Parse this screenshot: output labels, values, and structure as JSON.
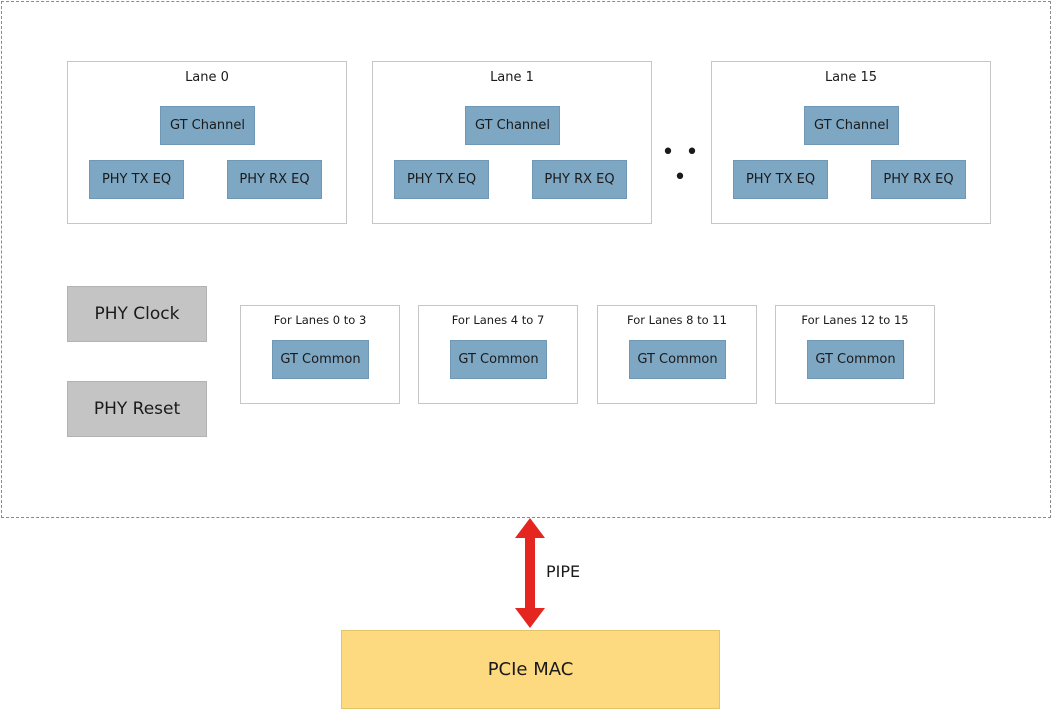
{
  "lanes": [
    {
      "title": "Lane 0",
      "channel": "GT Channel",
      "tx_eq": "PHY TX EQ",
      "rx_eq": "PHY RX EQ"
    },
    {
      "title": "Lane 1",
      "channel": "GT Channel",
      "tx_eq": "PHY TX EQ",
      "rx_eq": "PHY RX EQ"
    },
    {
      "title": "Lane 15",
      "channel": "GT Channel",
      "tx_eq": "PHY TX EQ",
      "rx_eq": "PHY RX EQ"
    }
  ],
  "ellipsis": "• • •",
  "phy_clock": "PHY Clock",
  "phy_reset": "PHY Reset",
  "gt_commons": [
    {
      "title": "For Lanes 0 to 3",
      "label": "GT Common"
    },
    {
      "title": "For Lanes 4 to 7",
      "label": "GT Common"
    },
    {
      "title": "For Lanes 8 to 11",
      "label": "GT Common"
    },
    {
      "title": "For Lanes 12 to 15",
      "label": "GT Common"
    }
  ],
  "pipe_label": "PIPE",
  "mac_label": "PCIe MAC",
  "colors": {
    "gt_block": "#7ea7c4",
    "phy_control_block": "#c4c4c4",
    "mac_block": "#fdd97f",
    "pipe_arrow": "#e5251f"
  }
}
